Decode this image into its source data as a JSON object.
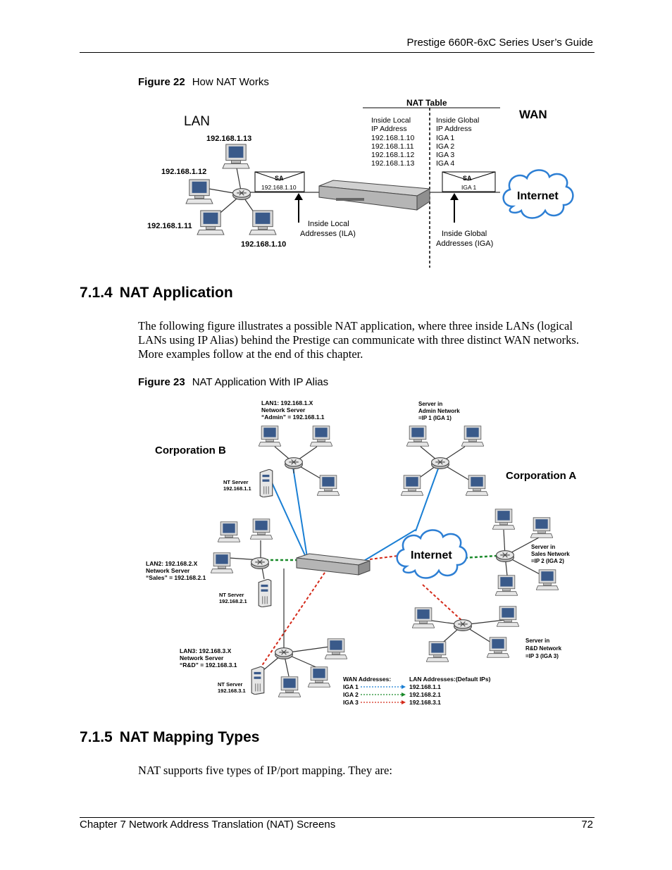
{
  "header": {
    "guide_title": "Prestige 660R-6xC Series User’s Guide"
  },
  "figure22": {
    "label": "Figure 22",
    "caption": "How NAT Works",
    "lan": "LAN",
    "wan": "WAN",
    "internet": "Internet",
    "hosts": [
      "192.168.1.13",
      "192.168.1.12",
      "192.168.1.11",
      "192.168.1.10"
    ],
    "nat_table": {
      "title": "NAT Table",
      "local_header": [
        "Inside Local",
        "IP Address"
      ],
      "global_header": [
        "Inside Global",
        "IP Address"
      ],
      "rows": [
        [
          "192.168.1.10",
          "IGA 1"
        ],
        [
          "192.168.1.11",
          "IGA 2"
        ],
        [
          "192.168.1.12",
          "IGA 3"
        ],
        [
          "192.168.1.13",
          "IGA 4"
        ]
      ]
    },
    "packet_lan": {
      "sa": "SA",
      "addr": "192.168.1.10"
    },
    "packet_wan": {
      "sa": "SA",
      "addr": "IGA 1"
    },
    "ila_label": [
      "Inside Local",
      "Addresses (ILA)"
    ],
    "iga_label": [
      "Inside Global",
      "Addresses (IGA)"
    ]
  },
  "section_714": {
    "number": "7.1.4",
    "title": "NAT Application",
    "paragraph": "The following figure illustrates a possible NAT application, where three inside LANs (logical LANs using IP Alias) behind the Prestige can communicate with three distinct WAN networks. More examples follow at the end of this chapter."
  },
  "figure23": {
    "label": "Figure 23",
    "caption": "NAT Application With IP Alias",
    "corp_b": "Corporation B",
    "corp_a": "Corporation A",
    "internet": "Internet",
    "lan1": [
      "LAN1: 192.168.1.X",
      "Network Server",
      "“Admin” = 192.168.1.1"
    ],
    "lan2": [
      "LAN2: 192.168.2.X",
      "Network Server",
      "“Sales” = 192.168.2.1"
    ],
    "lan3": [
      "LAN3: 192.168.3.X",
      "Network Server",
      "“R&D” = 192.168.3.1"
    ],
    "nt1": [
      "NT Server",
      "192.168.1.1"
    ],
    "nt2": [
      "NT Server",
      "192.168.2.1"
    ],
    "nt3": [
      "NT Server",
      "192.168.3.1"
    ],
    "admin_net": [
      "Server in",
      "Admin Network",
      "=IP 1 (IGA 1)"
    ],
    "sales_net": [
      "Server in",
      "Sales Network",
      "=IP 2 (IGA 2)"
    ],
    "rd_net": [
      "Server in",
      "R&D Network",
      "=IP 3 (IGA 3)"
    ],
    "legend": {
      "wan_header": "WAN Addresses:",
      "lan_header": "LAN Addresses:(Default IPs)",
      "rows": [
        {
          "wan": "IGA 1",
          "lan": "192.168.1.1",
          "color": "#1a7fd4"
        },
        {
          "wan": "IGA 2",
          "lan": "192.168.2.1",
          "color": "#1a8a2a"
        },
        {
          "wan": "IGA 3",
          "lan": "192.168.3.1",
          "color": "#d42a1a"
        }
      ]
    }
  },
  "section_715": {
    "number": "7.1.5",
    "title": "NAT Mapping Types",
    "paragraph": "NAT supports five types of IP/port mapping. They are:"
  },
  "footer": {
    "chapter": "Chapter 7 Network Address Translation (NAT) Screens",
    "page": "72"
  }
}
